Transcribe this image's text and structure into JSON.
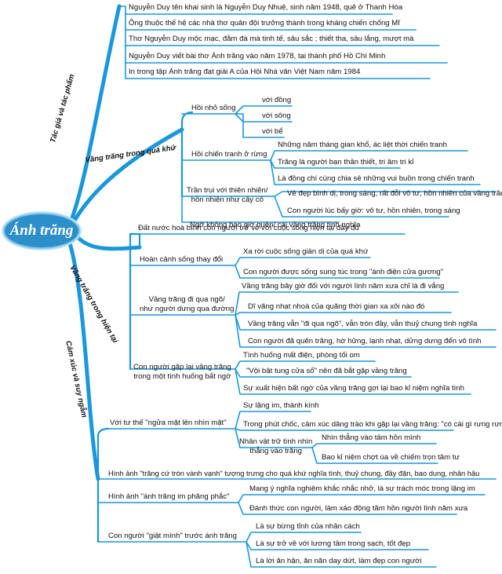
{
  "root": "Ánh trăng",
  "branches": {
    "b1": "Tác giả và tác phẩm",
    "b2": "Vầng trăng trong quá khứ",
    "b3": "Vầng trăng trong hiện tại",
    "b4": "Cảm xúc và suy ngẫm"
  },
  "tg": [
    "Nguyễn Duy  tên khai sinh là Nguyễn Duy Nhuệ, sinh năm 1948, quê ở Thanh Hóa",
    "Ông thuộc thế hệ các nhà thơ quân đội trưởng thành trong kháng chiến chống Mĩ",
    "Thơ Nguyễn Duy mộc mạc, đằm đà mà tinh tế, sâu sắc ; thiết tha, sâu lắng, mượt mà",
    "Nguyễn Duy viết bài thơ Ánh trăng vào năm 1978, tại thành phố Hồ Chí Minh",
    "In trong tập Ánh trăng đạt giải A của Hội Nhà văn Việt Nam năm 1984"
  ],
  "qk": {
    "hoinho": "Hồi nhỏ sống",
    "hoinho_items": [
      "với đồng",
      "với sông",
      "với bể"
    ],
    "chientranh": "Hồi chiến tranh ở rừng",
    "chientranh_items": [
      "Những năm tháng gian khổ, ác liệt thời chiến tranh",
      "Trăng là người bạn thân thiết, tri âm tri kỉ",
      "Là đồng chí cùng chia sẻ những vui buồn trong chiến tranh"
    ],
    "trantrui_1": "Trần trụi với thiên nhiên/",
    "trantrui_2": "hồn nhiên như cây cỏ",
    "trantrui_items": [
      "Vẻ đẹp bình dị, trong sáng, rất đỗi vô tư, hồn nhiên của vầng trăng",
      "Con người lúc bấy giờ: vô tư, hồn nhiên, trong sáng"
    ],
    "ngo": "Ngỡ không bao giờ quên/ cái vầng trăng tình nghĩa"
  },
  "ht": {
    "datnuoc": "Đất nước hoà bình con người trở về với cuộc sống hiện tại đầy đủ",
    "hoancanh": "Hoàn cảnh sống thay đổi",
    "hoancanh_items": [
      "Xa rời cuộc sống giản dị của quá khứ",
      "Con người được sống sung túc trong \"ánh điện cửa gương\""
    ],
    "vangtrangdiqua_1": "Vầng trăng đi qua ngõ/",
    "vangtrangdiqua_2": "như người dưng qua đường",
    "vangtrangdiqua_items": [
      "Vầng trăng bây giờ đối với người lính năm xưa chỉ là đi vắng",
      "Dĩ vãng nhạt nhoà của quãng thời gian xa xôi nào đó",
      "Vầng trăng vẫn \"đi qua ngõ\", vẫn tròn đầy, vẫn thuỷ chung tình nghĩa",
      "Con người đã quên trăng, hờ hững, lạnh nhạt, dửng dưng đến vô tình"
    ],
    "gaplai_1": "Con người gặp lại vầng trăng",
    "gaplai_2": "trong một tình huống bất ngờ",
    "gaplai_items": [
      "Tình huống mất điện, phòng tối om",
      "\"Vội bật tung cửa sổ\" nên đã bắt gặp vầng trăng",
      "Sự xuất hiện bất ngờ của vầng trăng gợi lại bao kỉ niệm nghĩa tình"
    ]
  },
  "cx": {
    "tuthe": "Với tư thế \"ngửa mặt lên nhìn mặt\"",
    "tuthe_items": [
      "Sự lặng im, thành kính",
      "Trong phút chốc, cảm xúc dâng trào khi gặp lại vầng trăng: \"có cái gì rưng rưng\""
    ],
    "nhanvat_1": "Nhân vật trữ tình nhìn",
    "nhanvat_2": "thẳng vào trăng",
    "nhanvat_items": [
      "Nhìn thẳng vào tâm hồn mình",
      "Bao kỉ niệm chợt ùa về chiếm trọn tâm tư"
    ],
    "hinhanh_tron": "Hình ảnh \"trăng cứ tròn vành vạnh\" tượng trưng cho quá khứ nghĩa tình, thuỷ chung, đầy đặn, bao dung, nhân hậu",
    "hinhanh_im": "Hình ảnh \"ánh trăng im phăng phắc\"",
    "hinhanh_im_items": [
      "Mang ý nghĩa nghiêm khắc nhắc nhở, là sự trách móc trong lặng im",
      "Đánh thức con người, làm xáo động tâm hồn người lính năm xưa"
    ],
    "giatminh": "Con người \"giật mình\" trước ánh trăng",
    "giatminh_items": [
      "Là sự bừng tỉnh của nhân cách",
      "Là sự trở về với lương tâm trong sạch, tốt đẹp",
      "Là lời ăn hận, ăn năn day dứt, làm đẹp con người"
    ]
  },
  "colors": {
    "line": "#1a97dd",
    "root_fill": "#2c8fc9",
    "root_ring": "#bfe2f6"
  }
}
